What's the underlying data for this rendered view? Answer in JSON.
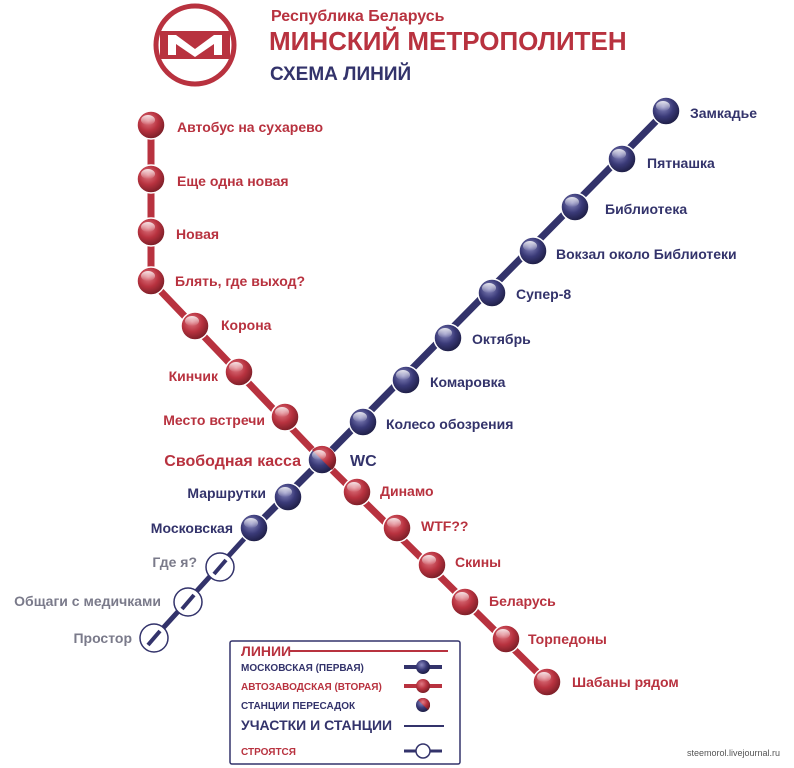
{
  "header": {
    "country": "Республика Беларусь",
    "title": "МИНСКИЙ МЕТРОПОЛИТЕН",
    "subtitle": "СХЕМА ЛИНИЙ"
  },
  "colors": {
    "red": "#b8323f",
    "blue": "#33336b",
    "red_text": "#b8323f",
    "blue_text": "#33336b",
    "gray_text": "#7a7a8a"
  },
  "red_line": {
    "stations": [
      "Автобус на сухарево",
      "Еще одна новая",
      "Новая",
      "Блять, где выход?",
      "Корона",
      "Кинчик",
      "Место встречи",
      "Свободная касса",
      "Динамо",
      "WTF??",
      "Скины",
      "Беларусь",
      "Торпедоны",
      "Шабаны рядом"
    ]
  },
  "blue_line": {
    "stations": [
      "Замкадье",
      "Пятнашка",
      "Библиотека",
      "Вокзал около Библиотеки",
      "Супер-8",
      "Октябрь",
      "Комаровка",
      "Колесо обозрения",
      "WC",
      "Маршрутки",
      "Московская",
      "Где я?",
      "Общаги с медичками",
      "Простор"
    ]
  },
  "legend": {
    "title": "ЛИНИИ",
    "moscow": "МОСКОВСКАЯ (ПЕРВАЯ)",
    "avto": "АВТОЗАВОДСКАЯ (ВТОРАЯ)",
    "transfer": "СТАНЦИИ ПЕРЕСАДОК",
    "sections": "УЧАСТКИ И СТАНЦИИ",
    "building": "СТРОЯТСЯ"
  },
  "credit": "steemorol.livejournal.ru"
}
